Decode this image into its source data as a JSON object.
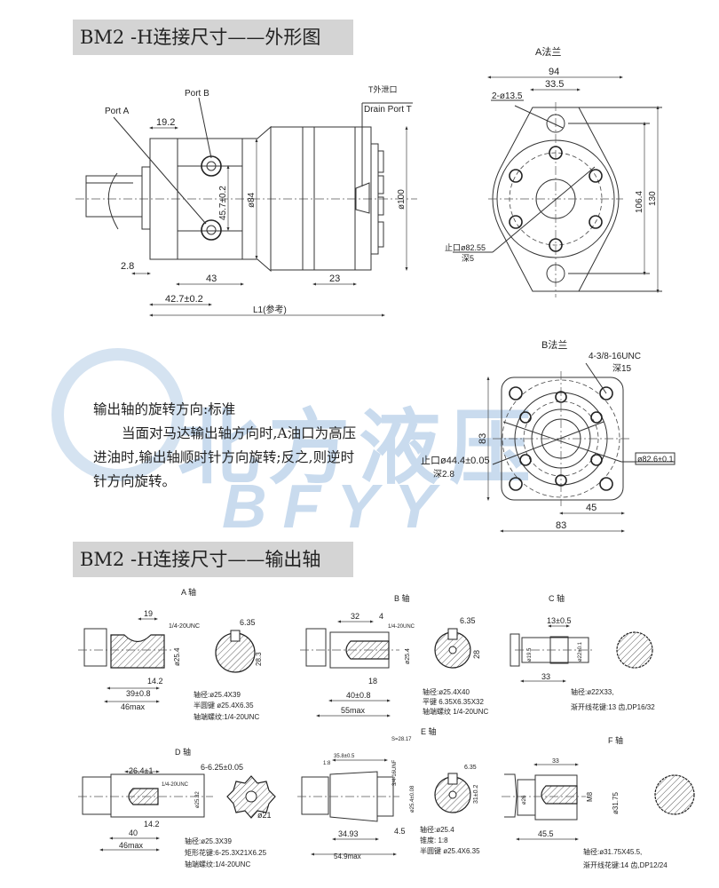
{
  "headers": {
    "outline": "BM2 -H连接尺寸——外形图",
    "shaft": "BM2 -H连接尺寸——输出轴"
  },
  "watermark": {
    "cn": "北方液压",
    "en": "BFYY",
    "color": "#c9dbee"
  },
  "side_view": {
    "port_a": "Port A",
    "port_b": "Port B",
    "drain_cn": "T外泄口",
    "drain_en": "Drain Port T",
    "dims": {
      "d19_2": "19.2",
      "d2_8": "2.8",
      "d43": "43",
      "d23": "23",
      "d42_7": "42.7±0.2",
      "l1": "L1(参考)",
      "d84": "ø84",
      "d100": "ø100",
      "d45_7": "45.7±0.2"
    }
  },
  "flange_a": {
    "title": "A法兰",
    "d94": "94",
    "d33_5": "33.5",
    "holes": "2-ø13.5",
    "d106_4": "106.4",
    "d130": "130",
    "pilot": "止口ø82.55",
    "pilot_depth": "深5"
  },
  "flange_b": {
    "title": "B法兰",
    "thread": "4-3/8-16UNC",
    "thread_depth": "深15",
    "d83_v": "83",
    "d45": "45",
    "d83_h": "83",
    "pilot": "止口ø44.4±0.05",
    "pilot_depth": "深2.8",
    "bolt_circle": "ø82.6±0.1"
  },
  "rotation_text": [
    "输出轴的旋转方向:标准",
    "当面对马达输出轴方向时,A油口为高压",
    "进油时,输出轴顺时针方向旋转;反之,则逆时",
    "针方向旋转。"
  ],
  "shafts": {
    "a": {
      "title": "A 轴",
      "d19": "19",
      "thread": "1/4-20UNC",
      "key": "6.35",
      "dia": "ø25.4",
      "h": "28.3",
      "d14_2": "14.2",
      "d39": "39±0.8",
      "d46": "46max",
      "spec": [
        "轴径:ø25.4X39",
        "半圆键 ø25.4X6.35",
        "轴端螺纹:1/4-20UNC"
      ]
    },
    "b": {
      "title": "B 轴",
      "d32": "32",
      "d4": "4",
      "thread": "1/4-20UNC",
      "key": "6.35",
      "dia": "ø25.4",
      "h": "28",
      "d18": "18",
      "d40": "40±0.8",
      "d55": "55max",
      "spec": [
        "轴径:ø25.4X40",
        "平键 6.35X6.35X32",
        "轴端螺纹 1/4-20UNC"
      ]
    },
    "c": {
      "title": "C 轴",
      "d13": "13±0.5",
      "d19_5": "ø19.5",
      "d22": "ø22±0.1",
      "d33": "33",
      "spec": [
        "轴径:ø22X33,",
        "渐开线花键:13 齿,DP16/32"
      ]
    },
    "d": {
      "title": "D 轴",
      "d26_4": "26.4±1",
      "thread": "1/4-20UNC",
      "dia": "ø25.32",
      "d14_2": "14.2",
      "d40": "40",
      "d46": "46max",
      "spline": "6-6.25±0.05",
      "d21": "ø21",
      "spec": [
        "轴径:ø25.3X39",
        "矩形花键:6-25.3X21X6.25",
        "轴端螺纹:1/4-20UNC"
      ]
    },
    "e": {
      "title": "E 轴",
      "s": "S=28.17",
      "d35_8": "35.8±0.5",
      "taper": "1:8",
      "thread": "3/4-16UNF",
      "dia": "ø25.4±0.08",
      "key": "6.35",
      "h": "31±0.2",
      "d34_93": "34.93",
      "d4_5": "4.5",
      "d54_9": "54.9max",
      "spec": [
        "轴径:ø25.4",
        "锥度: 1:8",
        "半圆键 ø25.4X6.35"
      ]
    },
    "f": {
      "title": "F 轴",
      "d33": "33",
      "d26": "ø26",
      "m8": "M8",
      "dia": "ø31.75",
      "d45_5": "45.5",
      "spec": [
        "轴径:ø31.75X45.5,",
        "渐开线花键:14 齿,DP12/24"
      ]
    }
  }
}
